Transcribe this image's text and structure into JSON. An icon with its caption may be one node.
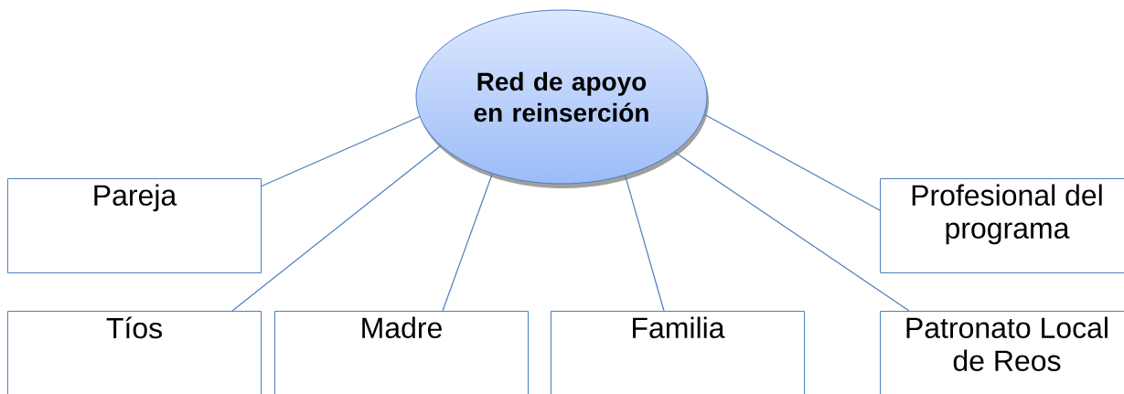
{
  "diagram": {
    "nodes": [
      {
        "text": [
          "Red de apoyo en reinserción"
        ]
      },
      {
        "text": [
          "Pareja"
        ]
      },
      {
        "text": [
          "Profesional del programa"
        ]
      },
      {
        "text": [
          "Tíos"
        ]
      },
      {
        "text": [
          "Madre"
        ]
      },
      {
        "text": [
          "Familia"
        ]
      },
      {
        "text": [
          "Patronato Local de Reos"
        ]
      }
    ],
    "edges": [
      {
        "from": 0,
        "to": 1,
        "arrow": "none"
      },
      {
        "from": 0,
        "to": 3,
        "arrow": "none"
      },
      {
        "from": 0,
        "to": 4,
        "arrow": "none"
      },
      {
        "from": 0,
        "to": 5,
        "arrow": "none"
      },
      {
        "from": 0,
        "to": 6,
        "arrow": "none"
      },
      {
        "from": 0,
        "to": 2,
        "arrow": "none"
      }
    ]
  }
}
